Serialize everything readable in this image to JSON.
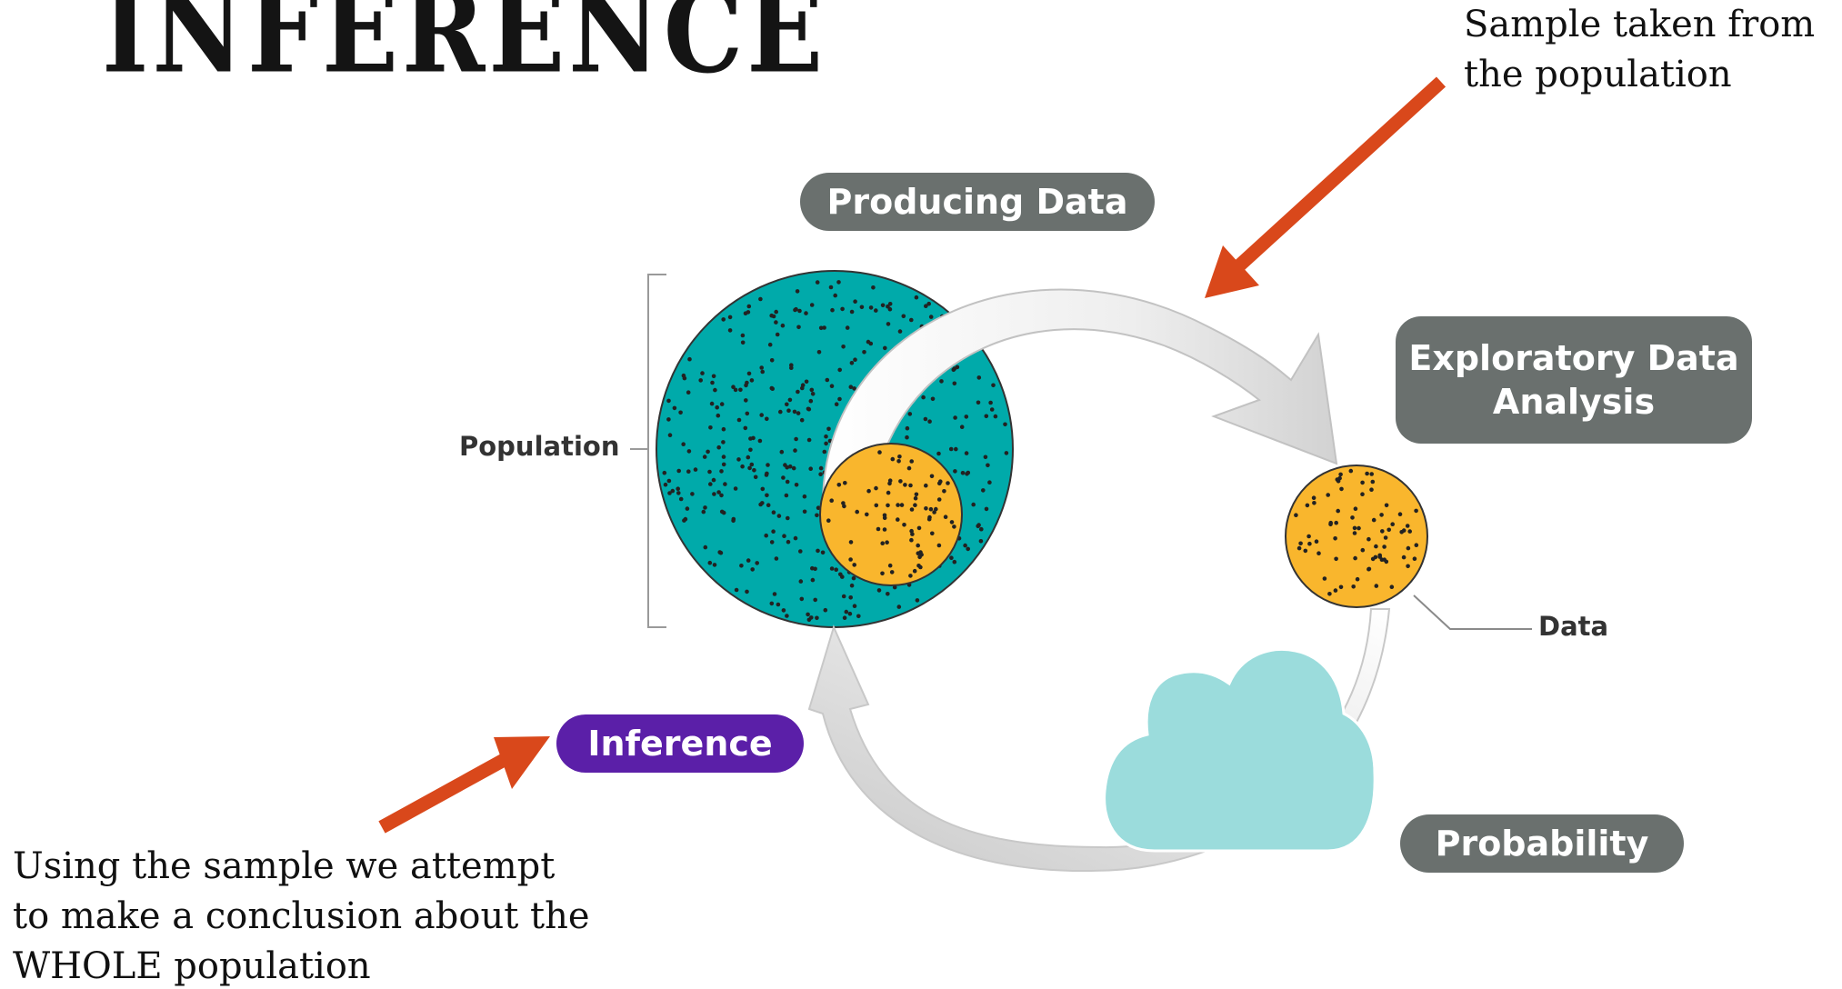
{
  "title": "INFERENCE",
  "annotations": {
    "sample_note": [
      "Sample taken from",
      "the population"
    ],
    "inference_note": [
      "Using the sample we attempt",
      "to make a conclusion about the",
      "WHOLE population"
    ]
  },
  "labels": {
    "population": "Population",
    "data": "Data"
  },
  "stages": {
    "producing_data": "Producing Data",
    "exploratory_line1": "Exploratory Data",
    "exploratory_line2": "Analysis",
    "probability": "Probability",
    "inference": "Inference"
  },
  "colors": {
    "population_fill": "#00aaaa",
    "sample_fill": "#f9b62d",
    "cloud_fill": "#9bdcdc",
    "pill_gray": "#6a706e",
    "inference_purple": "#5b1fa8",
    "arrow_red": "#d9481b",
    "cycle_arrow": "#e6e6e6"
  }
}
